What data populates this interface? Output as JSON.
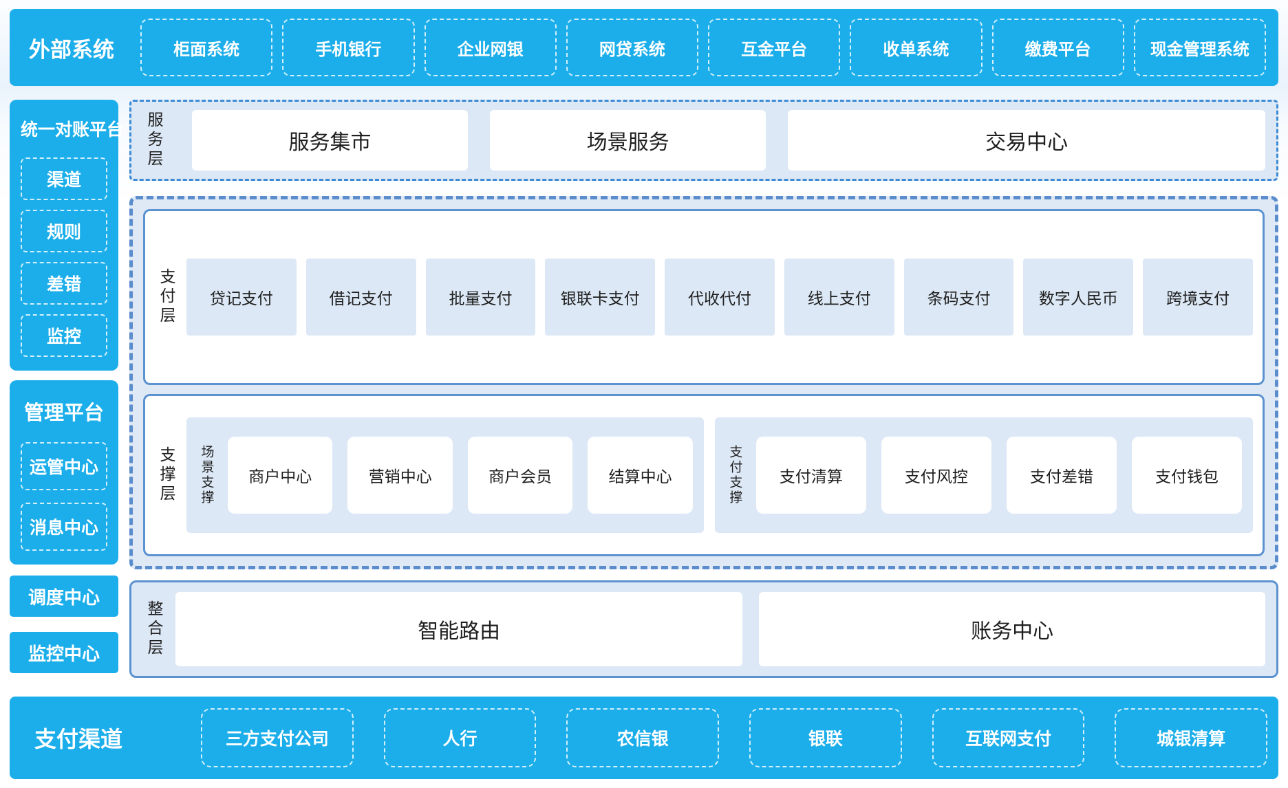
{
  "topbar": {
    "title": "外部系统",
    "items": [
      "柜面系统",
      "手机银行",
      "企业网银",
      "网贷系统",
      "互金平台",
      "收单系统",
      "缴费平台",
      "现金管理系统"
    ]
  },
  "sidebar": {
    "panel1": {
      "title": "统一对账平台",
      "items": [
        "渠道",
        "规则",
        "差错",
        "监控"
      ]
    },
    "panel2": {
      "title": "管理平台",
      "items": [
        "运管中心",
        "消息中心"
      ]
    },
    "box1": "调度中心",
    "box2": "监控中心"
  },
  "service_layer": {
    "label": "服务层",
    "items": [
      "服务集市",
      "场景服务",
      "交易中心"
    ]
  },
  "payment_layer": {
    "label": "支付层",
    "items": [
      "贷记支付",
      "借记支付",
      "批量支付",
      "银联卡支付",
      "代收代付",
      "线上支付",
      "条码支付",
      "数字人民币",
      "跨境支付"
    ]
  },
  "support_layer": {
    "label": "支撑层",
    "group1": {
      "label": "场景支撑",
      "items": [
        "商户中心",
        "营销中心",
        "商户会员",
        "结算中心"
      ]
    },
    "group2": {
      "label": "支付支撑",
      "items": [
        "支付清算",
        "支付风控",
        "支付差错",
        "支付钱包"
      ]
    }
  },
  "integration_layer": {
    "label": "整合层",
    "items": [
      "智能路由",
      "账务中心"
    ]
  },
  "bottombar": {
    "title": "支付渠道",
    "items": [
      "三方支付公司",
      "人行",
      "农信银",
      "银联",
      "互联网支付",
      "城银清算"
    ]
  },
  "colors": {
    "cyan": "#1caeea",
    "panel_blue": "#dce8f5",
    "solid_border_blue": "#5b92cf",
    "dashed_border_blue": "#5b8ccc",
    "dashdot_border_blue": "#3d8ad5",
    "text_dark": "#1f1f1f",
    "text_light": "#ffffff"
  }
}
